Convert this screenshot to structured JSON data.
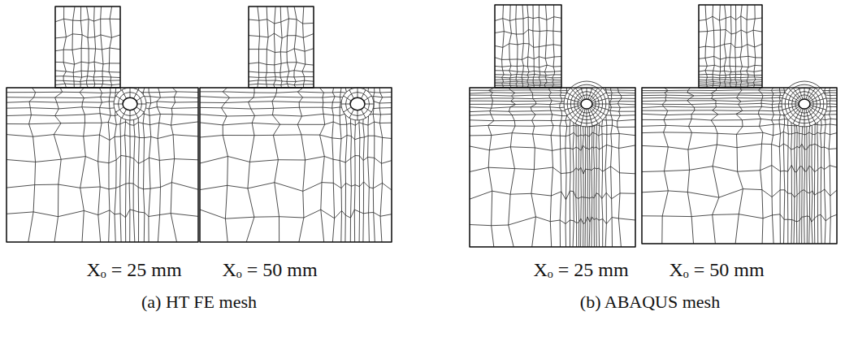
{
  "diagram": {
    "labels": [
      "Xₒ = 25 mm",
      "Xₒ = 50 mm",
      "(a) HT FE mesh",
      "Xₒ = 25 mm",
      "Xₒ = 50 mm",
      "(b) ABAQUS mesh"
    ]
  }
}
